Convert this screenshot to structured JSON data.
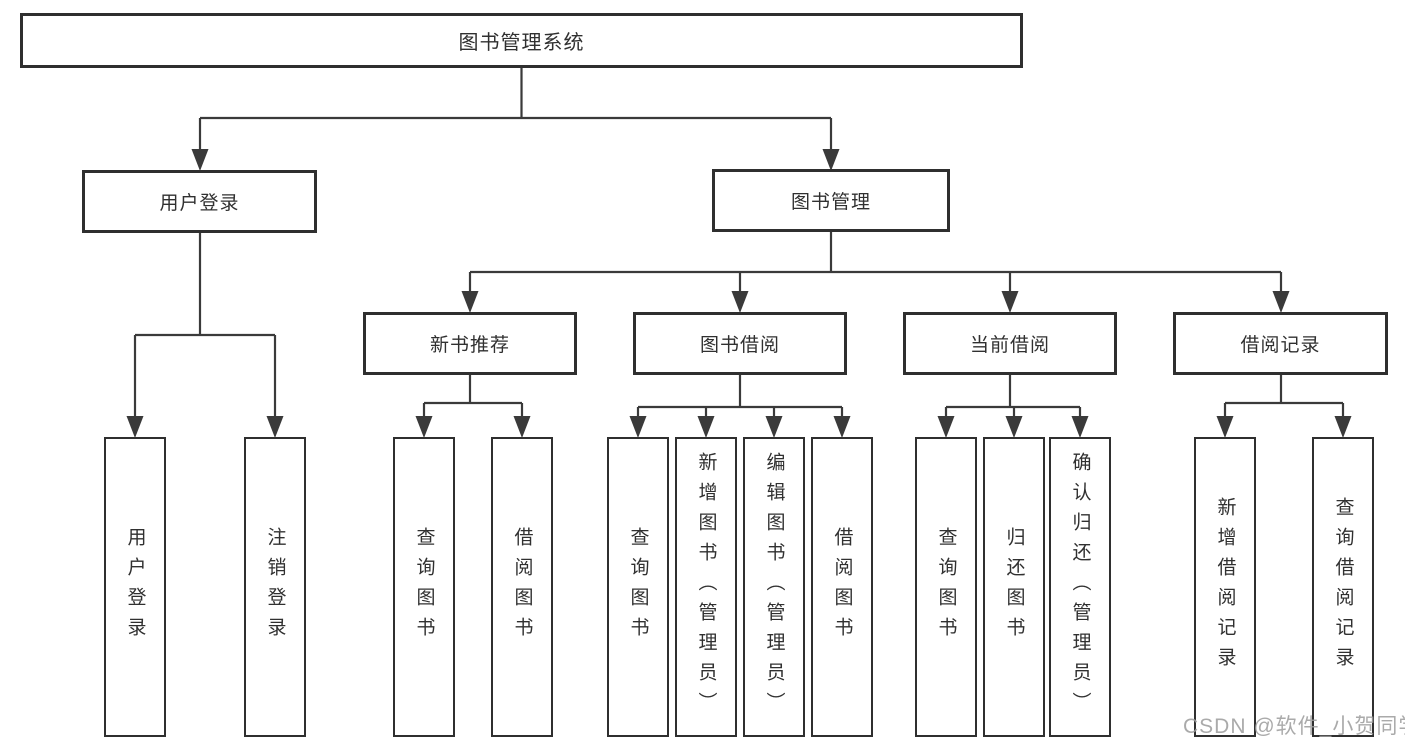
{
  "diagram_type": "hierarchy-tree",
  "colors": {
    "line": "#3a3a3a",
    "box_border": "#2f2f2f",
    "box_bg": "#ffffff",
    "text": "#303030",
    "watermark": "#9c9c9c"
  },
  "tree": {
    "root": {
      "label": "图书管理系统"
    },
    "children": [
      {
        "label": "用户登录",
        "children": [
          {
            "label": "用户登录"
          },
          {
            "label": "注销登录"
          }
        ]
      },
      {
        "label": "图书管理",
        "children": [
          {
            "label": "新书推荐",
            "children": [
              {
                "label": "查询图书"
              },
              {
                "label": "借阅图书"
              }
            ]
          },
          {
            "label": "图书借阅",
            "children": [
              {
                "label": "查询图书"
              },
              {
                "label": "新增图书（管理员）"
              },
              {
                "label": "编辑图书（管理员）"
              },
              {
                "label": "借阅图书"
              }
            ]
          },
          {
            "label": "当前借阅",
            "children": [
              {
                "label": "查询图书"
              },
              {
                "label": "归还图书"
              },
              {
                "label": "确认归还（管理员）"
              }
            ]
          },
          {
            "label": "借阅记录",
            "children": [
              {
                "label": "新增借阅记录"
              },
              {
                "label": "查询借阅记录"
              }
            ]
          }
        ]
      }
    ]
  },
  "watermark": {
    "text": "CSDN @软件_小贺同学"
  }
}
